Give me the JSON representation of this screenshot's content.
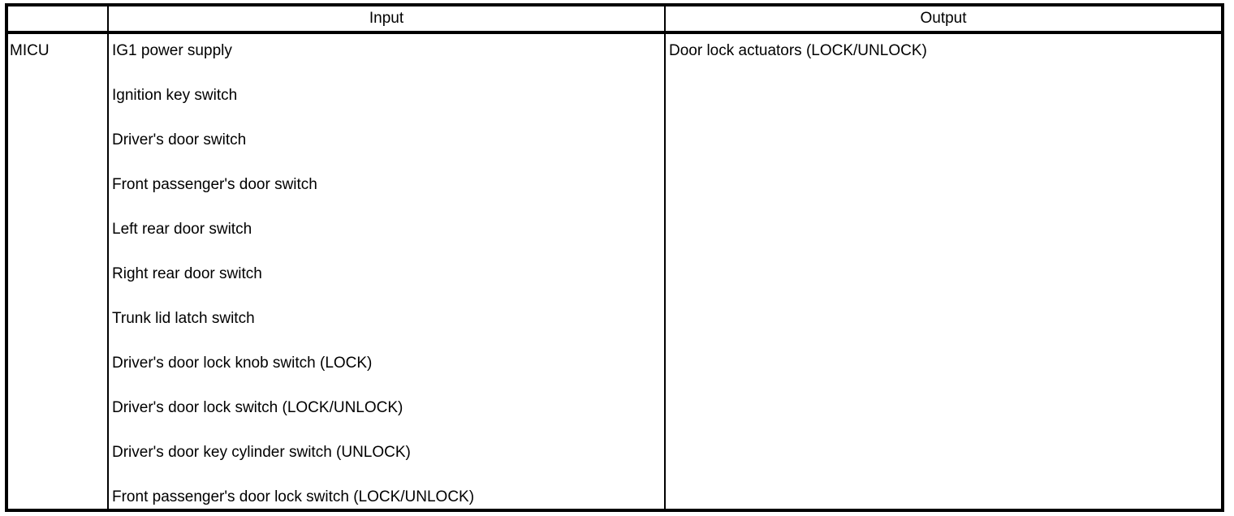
{
  "table": {
    "header": {
      "unit_col": "",
      "input_col": "Input",
      "output_col": "Output"
    },
    "row": {
      "unit": "MICU",
      "inputs": [
        "IG1 power supply",
        "Ignition key switch",
        "Driver's door switch",
        "Front passenger's door switch",
        "Left rear door switch",
        "Right rear door switch",
        "Trunk lid latch switch",
        "Driver's door lock knob switch (LOCK)",
        "Driver's door lock switch (LOCK/UNLOCK)",
        "Driver's door key cylinder switch (UNLOCK)",
        "Front passenger's door lock switch (LOCK/UNLOCK)"
      ],
      "outputs": [
        "Door lock actuators (LOCK/UNLOCK)"
      ]
    },
    "colors": {
      "border": "#000000",
      "text": "#000000",
      "background": "#ffffff"
    }
  }
}
